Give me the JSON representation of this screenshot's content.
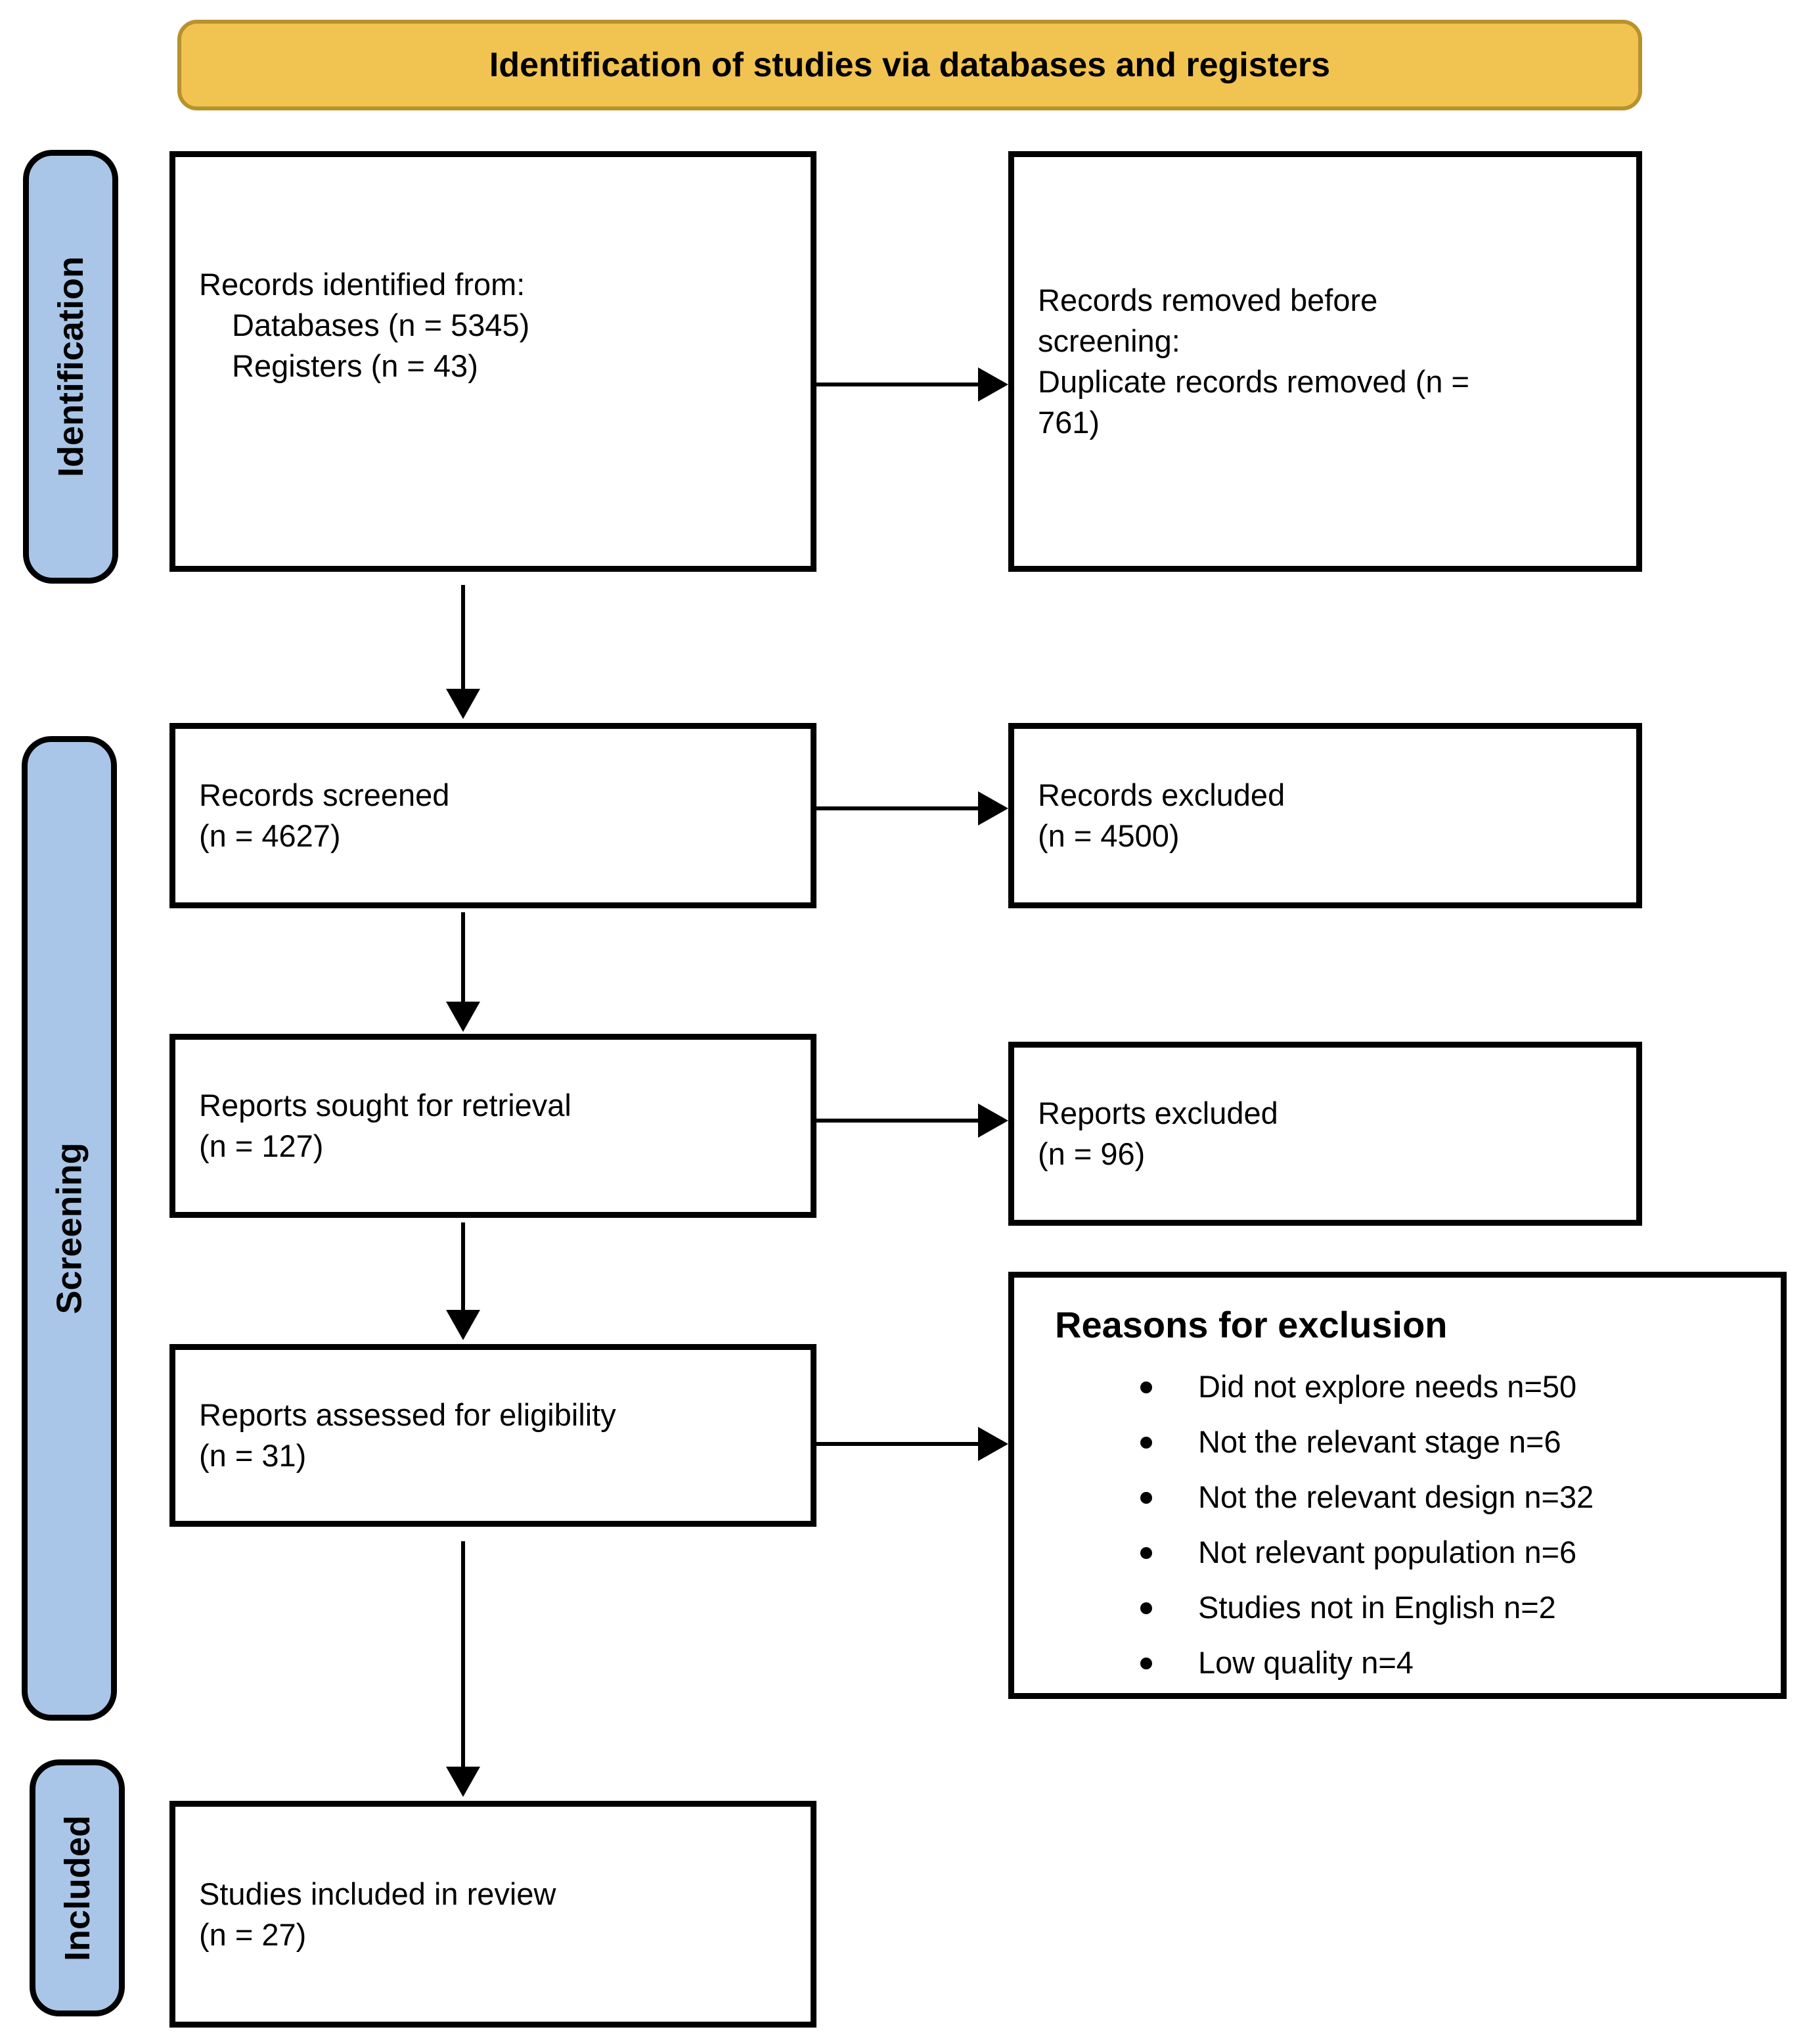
{
  "banner": {
    "title": "Identification of studies via databases and registers"
  },
  "stages": {
    "identification": "Identification",
    "screening": "Screening",
    "included": "Included"
  },
  "boxes": {
    "records_identified": {
      "lines": [
        {
          "text": "Records identified from:",
          "indent": 0
        },
        {
          "text": "Databases (n = 5345)",
          "indent": 1
        },
        {
          "text": "Registers (n = 43)",
          "indent": 1
        }
      ]
    },
    "records_removed": {
      "lines": [
        {
          "text": "Records removed before",
          "indent": 0
        },
        {
          "text": "screening:",
          "indent": 0
        },
        {
          "text": "Duplicate records removed (n =",
          "indent": 0
        },
        {
          "text": "761)",
          "indent": 0
        }
      ]
    },
    "records_screened": {
      "lines": [
        {
          "text": "Records screened",
          "indent": 0
        },
        {
          "text": "(n = 4627)",
          "indent": 0
        }
      ]
    },
    "records_excluded": {
      "lines": [
        {
          "text": "Records excluded",
          "indent": 0
        },
        {
          "text": "(n = 4500)",
          "indent": 0
        }
      ]
    },
    "reports_sought": {
      "lines": [
        {
          "text": "Reports sought for retrieval",
          "indent": 0
        },
        {
          "text": "(n = 127)",
          "indent": 0
        }
      ]
    },
    "reports_excluded": {
      "lines": [
        {
          "text": "Reports excluded",
          "indent": 0
        },
        {
          "text": "(n = 96)",
          "indent": 0
        }
      ]
    },
    "reports_assessed": {
      "lines": [
        {
          "text": "Reports assessed for eligibility",
          "indent": 0
        },
        {
          "text": "(n = 31)",
          "indent": 0
        }
      ]
    },
    "reasons": {
      "title": "Reasons for exclusion",
      "items": [
        "Did not explore needs n=50",
        "Not the relevant stage n=6",
        "Not the relevant design n=32",
        "Not relevant population n=6",
        "Studies not in English n=2",
        "Low quality n=4"
      ]
    },
    "studies_included": {
      "lines": [
        {
          "text": "Studies included in review",
          "indent": 0
        },
        {
          "text": "(n = 27)",
          "indent": 0
        }
      ]
    }
  },
  "colors": {
    "banner_fill": "#F1C351",
    "banner_border": "#B7922C",
    "stage_fill": "#A9C6E8",
    "ink": "#000000",
    "paper": "#FFFFFF"
  }
}
